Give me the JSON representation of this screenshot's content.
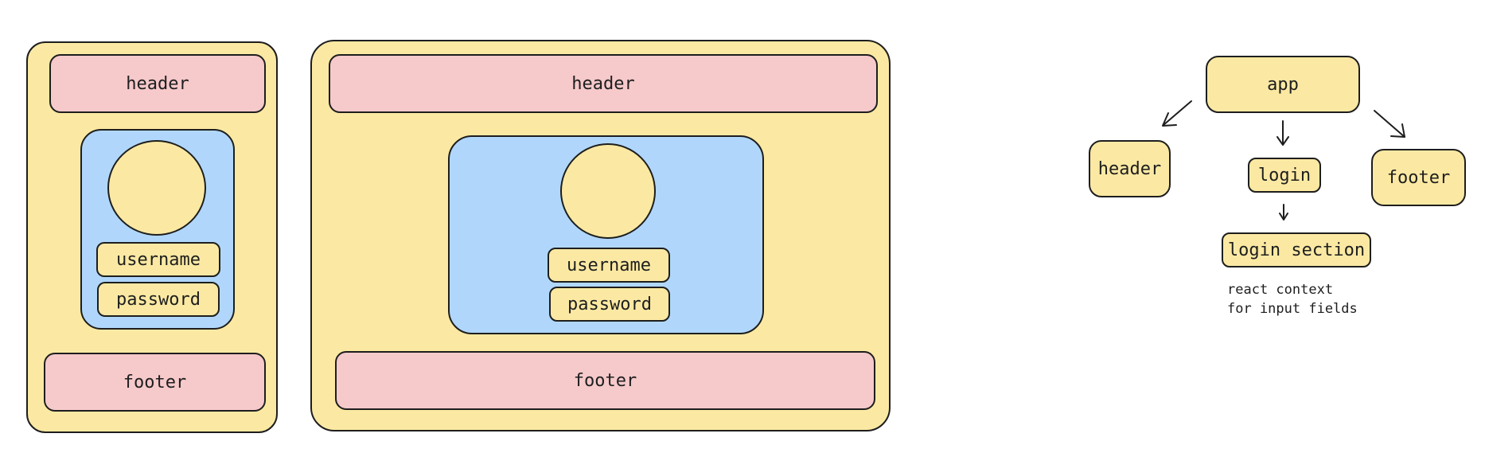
{
  "mobile": {
    "header": "header",
    "username": "username",
    "password": "password",
    "footer": "footer"
  },
  "desktop": {
    "header": "header",
    "username": "username",
    "password": "password",
    "footer": "footer"
  },
  "tree": {
    "app": "app",
    "header": "header",
    "login": "login",
    "footer": "footer",
    "login_section": "login section",
    "note_line1": "react context",
    "note_line2": "for input fields"
  },
  "colors": {
    "container": "#fbe9a3",
    "header_footer": "#f6c9cb",
    "login_panel": "#b0d7fb",
    "stroke": "#1e1e1e"
  }
}
